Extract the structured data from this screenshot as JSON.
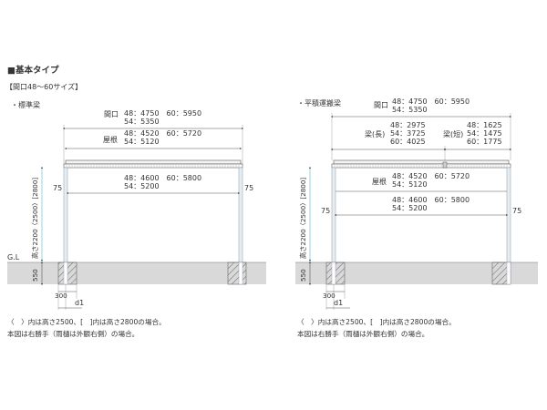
{
  "header": {
    "title": "■基本タイプ",
    "subtitle": "【間口48～60サイズ】"
  },
  "colors": {
    "line": "#555555",
    "dim": "#6b6b6b",
    "post": "#9aa8b8",
    "ground": "#d9d9d9",
    "cyan": "#56b7c9"
  },
  "left": {
    "label": "・標準梁",
    "opening_label": "間口",
    "opening_line1": "48：4750　60：5950",
    "opening_line2": "54：5350",
    "roof_label": "屋根",
    "roof_line1": "48：4520　60：5720",
    "roof_line2": "54：5120",
    "post_line1": "48：4600　60：5800",
    "post_line2": "54：5200",
    "side_left": "75",
    "side_right": "75",
    "height": "高さ2200〈2500〉[2800]",
    "gl": "G.L",
    "depth": "550",
    "offset": "300",
    "d1": "d1"
  },
  "right": {
    "label": "・平積運搬梁",
    "opening_label": "間口",
    "opening_line1": "48：4750　60：5950",
    "opening_line2": "54：5350",
    "beam_long_label": "梁(長)",
    "beam_long_line1": "48：2975",
    "beam_long_line2": "54：3725",
    "beam_long_line3": "60：4025",
    "beam_short_label": "梁(短)",
    "beam_short_line1": "48：1625",
    "beam_short_line2": "54：1475",
    "beam_short_line3": "60：1775",
    "roof_label": "屋根",
    "roof_line1": "48：4520　60：5720",
    "roof_line2": "54：5120",
    "post_line1": "48：4600　60：5800",
    "post_line2": "54：5200",
    "side_left": "75",
    "side_right": "75",
    "height": "高さ2200〈2500〉[2800]",
    "depth": "550",
    "offset": "300",
    "d1": "d1"
  },
  "notes": {
    "left_line1": "〈　〉内は高さ2500、[　]内は高さ2800の場合。",
    "left_line2": "本図は右勝手（雨樋は外観右側）の場合。",
    "right_line1": "〈　〉内は高さ2500、[　]内は高さ2800の場合。",
    "right_line2": "本図は右勝手（雨樋は外観右側）の場合。"
  }
}
